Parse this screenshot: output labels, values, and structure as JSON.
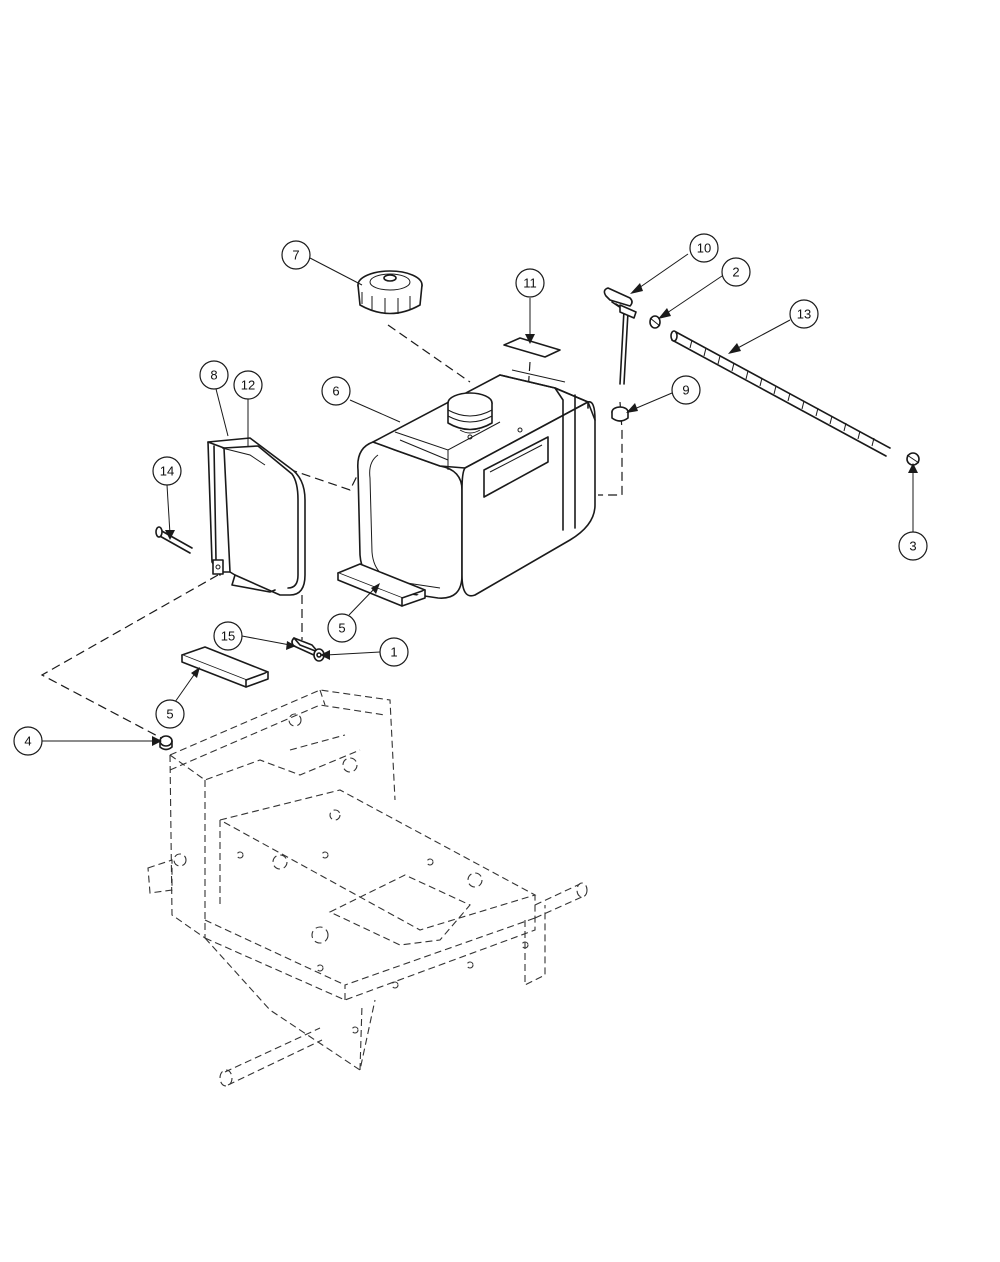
{
  "callouts": [
    {
      "label": "1"
    },
    {
      "label": "2"
    },
    {
      "label": "3"
    },
    {
      "label": "4"
    },
    {
      "label": "5"
    },
    {
      "label": "5"
    },
    {
      "label": "6"
    },
    {
      "label": "7"
    },
    {
      "label": "8"
    },
    {
      "label": "9"
    },
    {
      "label": "10"
    },
    {
      "label": "11"
    },
    {
      "label": "12"
    },
    {
      "label": "13"
    },
    {
      "label": "14"
    },
    {
      "label": "15"
    }
  ]
}
